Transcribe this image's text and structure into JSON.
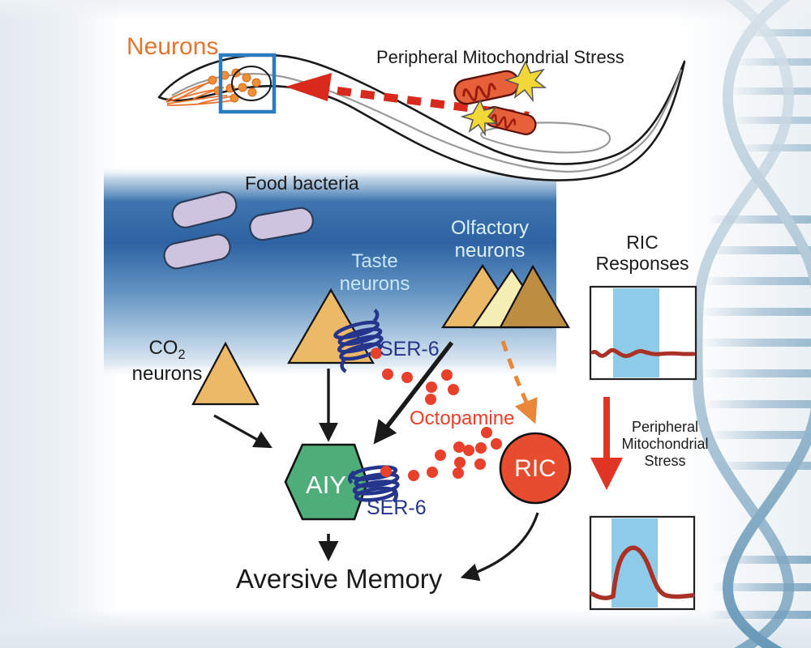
{
  "worm_section": {
    "neurons_label": "Neurons",
    "stress_label": "Peripheral Mitochondrial Stress"
  },
  "food_box": {
    "food_bacteria_label": "Food bacteria",
    "taste_line1": "Taste",
    "taste_line2": "neurons",
    "olfactory_line1": "Olfactory",
    "olfactory_line2": "neurons"
  },
  "circuit": {
    "co2_main": "CO",
    "co2_sub": "2",
    "co2_line2": "neurons",
    "ser6_taste": "SER-6",
    "ser6_aiy": "SER-6",
    "octopamine": "Octopamine",
    "aiy": "AIY",
    "ric": "RIC",
    "aversive_memory": "Aversive Memory"
  },
  "side_panel": {
    "title_line1": "RIC",
    "title_line2": "Responses",
    "stress_line1": "Peripheral",
    "stress_line2": "Mitochondrial",
    "stress_line3": "Stress"
  },
  "colors": {
    "accent_orange": "#e2762f",
    "arrow_red": "#d9291c",
    "navy": "#26358c",
    "aiy_green": "#4fad79",
    "ric_red": "#e84c2e",
    "octopamine_red": "#e8402a",
    "band_blue": "#8ecbe8",
    "trace_red": "#a93125",
    "ocean_blue": "#2d63a2",
    "bacteria_purple": "#cfc4df",
    "neuron_triangle_orange": "#ecb966",
    "olfactory_cream": "#f4edb4",
    "olfactory_brown": "#bd8d41"
  }
}
